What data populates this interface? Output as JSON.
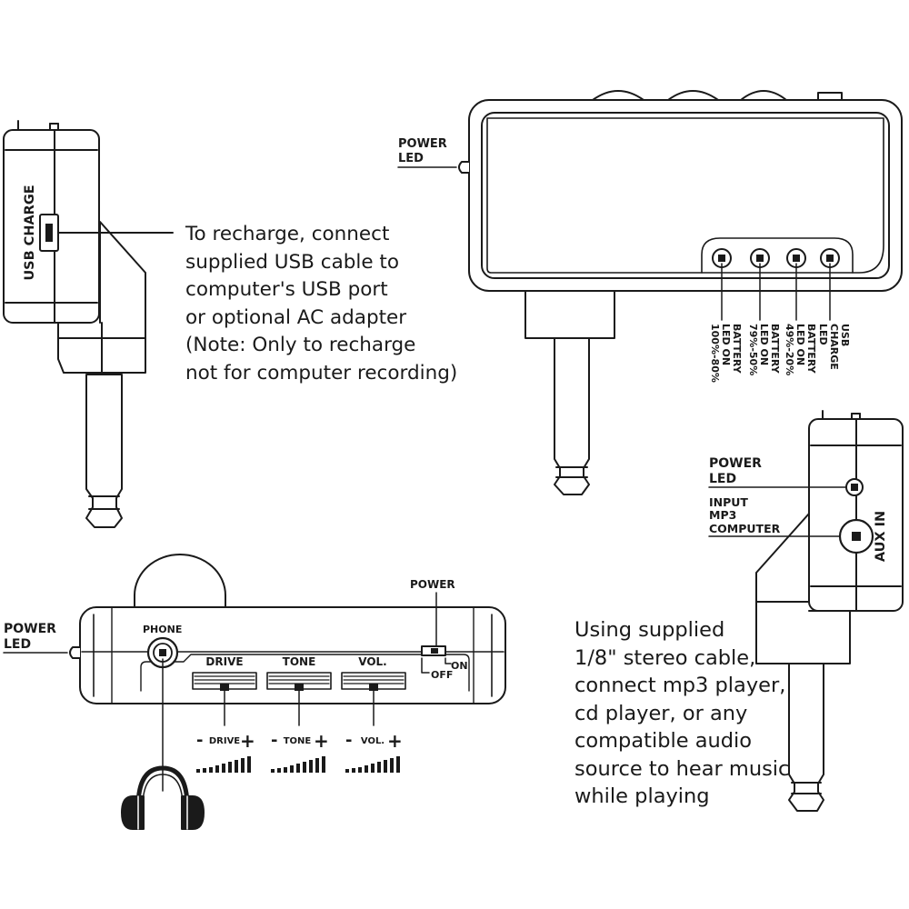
{
  "usb_side_view": {
    "port_label": "USB CHARGE",
    "note_lines": [
      "To recharge, connect",
      "supplied USB cable to",
      "computer's USB port",
      "or optional AC adapter",
      "(Note: Only to recharge",
      "not for computer recording)"
    ]
  },
  "front_view": {
    "power_led_lines": [
      "POWER",
      "LED"
    ],
    "indicator_labels": [
      [
        "BATTERY",
        "LED ON",
        "100%-80%"
      ],
      [
        "BATTERY",
        "LED ON",
        "79%-50%"
      ],
      [
        "BATTERY",
        "LED ON",
        "49%-20%"
      ],
      [
        "USB",
        "CHARGE",
        "LED"
      ]
    ]
  },
  "aux_side_view": {
    "power_led_lines": [
      "POWER",
      "LED"
    ],
    "input_lines": [
      "INPUT",
      "MP3",
      "COMPUTER"
    ],
    "port_label": "AUX IN",
    "note_lines": [
      "Using supplied",
      "1/8\" stereo cable,",
      "connect mp3 player,",
      "cd player, or any",
      "compatible audio",
      "source to hear music",
      "while playing"
    ]
  },
  "top_view": {
    "power_led_lines": [
      "POWER",
      "LED"
    ],
    "phone_label": "PHONE",
    "power_switch_label": "POWER",
    "switch_on": "ON",
    "switch_off": "OFF",
    "sliders": [
      {
        "header": "DRIVE",
        "caption": "DRIVE",
        "minus": "-",
        "plus": "+"
      },
      {
        "header": "TONE",
        "caption": "TONE",
        "minus": "-",
        "plus": "+"
      },
      {
        "header": "VOL.",
        "caption": "VOL.",
        "minus": "-",
        "plus": "+"
      }
    ]
  },
  "colors": {
    "ink": "#1a1a1a",
    "fill": "#ffffff",
    "paper": "#ffffff"
  },
  "icons": [
    "usb-port-icon",
    "headphones-icon",
    "guitar-plug-icon",
    "knob-icon",
    "led-icon"
  ]
}
